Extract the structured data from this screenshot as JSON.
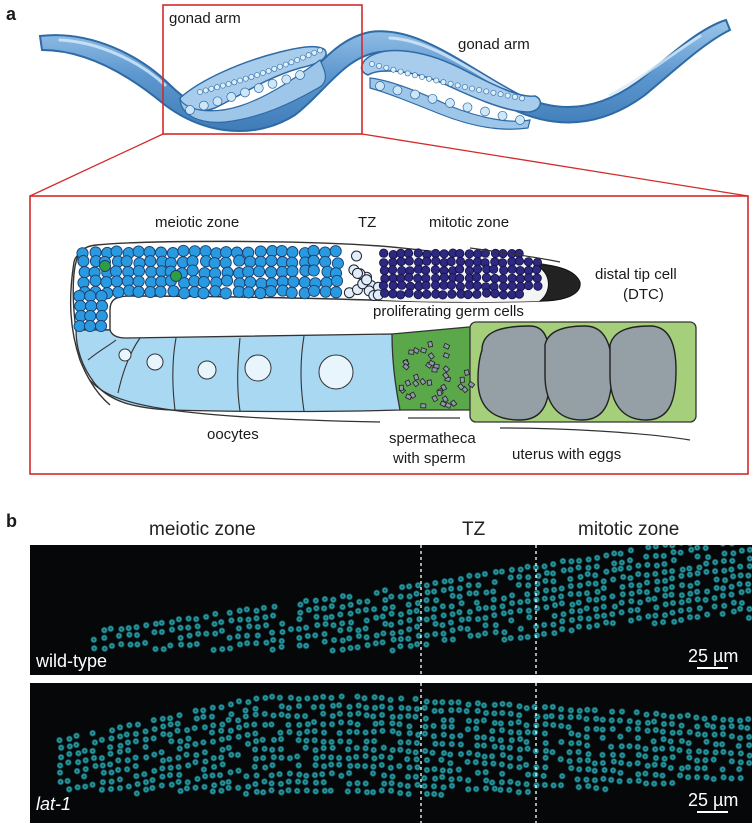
{
  "panel_a": {
    "letter": "a",
    "worm_labels": {
      "left_arm": "gonad arm",
      "right_arm": "gonad arm"
    },
    "detail_labels": {
      "meiotic": "meiotic zone",
      "tz": "TZ",
      "mitotic": "mitotic zone",
      "dtc_line1": "distal tip cell",
      "dtc_line2": "(DTC)",
      "proliferating": "proliferating germ cells",
      "oocytes": "oocytes",
      "spermatheca_line1": "spermatheca",
      "spermatheca_line2": "with sperm",
      "uterus": "uterus with eggs"
    },
    "colors": {
      "zoom_box": "#d42a2a",
      "worm_body": "#6aa3d6",
      "meiotic_cells": "#2a9ae0",
      "mitotic_cells": "#2d2880",
      "oocytes": "#a9d8f3",
      "spermatheca": "#5aa84a",
      "uterus": "#a5cf7b",
      "eggs": "#959fa6",
      "dtc": "#222222"
    }
  },
  "panel_b": {
    "letter": "b",
    "zone_labels": {
      "meiotic": "meiotic zone",
      "tz": "TZ",
      "mitotic": "mitotic zone"
    },
    "images": [
      {
        "label": "wild-type",
        "italic": false,
        "scale_bar": "25 µm"
      },
      {
        "label": "lat-1",
        "italic": true,
        "scale_bar": "25 µm"
      }
    ],
    "colors": {
      "nuclei": "#3fc1c9",
      "background": "#050708"
    }
  }
}
